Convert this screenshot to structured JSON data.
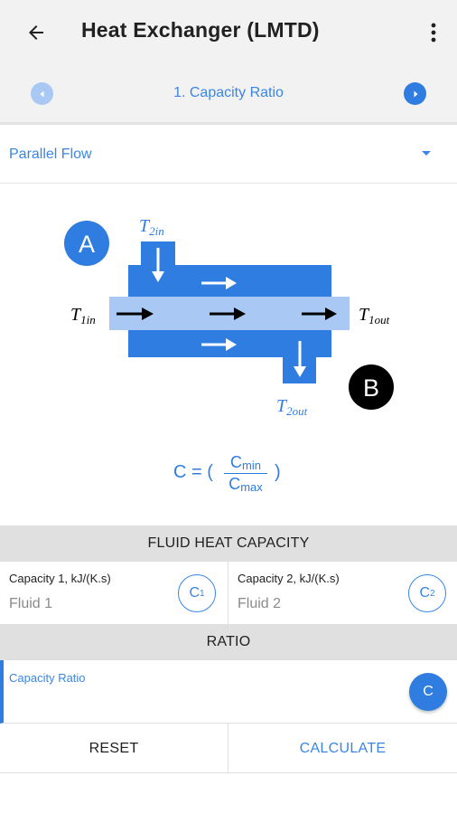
{
  "appbar": {
    "title": "Heat Exchanger (LMTD)",
    "back_icon": "arrow-left-icon",
    "more_icon": "more-vertical-icon"
  },
  "stepper": {
    "label": "1. Capacity Ratio",
    "prev_icon": "chevron-left-icon",
    "next_icon": "chevron-right-icon"
  },
  "flow_type": {
    "selected": "Parallel Flow"
  },
  "diagram": {
    "badge_a": "A",
    "badge_b": "B",
    "t1_in": "T",
    "t1_in_sub": "1in",
    "t1_out": "T",
    "t1_out_sub": "1out",
    "t2_in": "T",
    "t2_in_sub": "2in",
    "t2_out": "T",
    "t2_out_sub": "2out"
  },
  "formula": {
    "lhs": "C = (",
    "num": "C",
    "num_sub": "min",
    "den": "C",
    "den_sub": "max",
    "rhs": ")"
  },
  "sections": {
    "fluid_heat_capacity": "FLUID HEAT CAPACITY",
    "ratio": "RATIO"
  },
  "capacity1": {
    "label": "Capacity 1, kJ/(K.s)",
    "placeholder": "Fluid 1",
    "badge": "C",
    "badge_sub": "1"
  },
  "capacity2": {
    "label": "Capacity 2, kJ/(K.s)",
    "placeholder": "Fluid 2",
    "badge": "C",
    "badge_sub": "2"
  },
  "ratio": {
    "label": "Capacity Ratio",
    "button": "C"
  },
  "actions": {
    "reset": "RESET",
    "calculate": "CALCULATE"
  },
  "colors": {
    "primary": "#2f7de1",
    "primary_light": "#a9c8f3",
    "tube_inner": "#a9c8f3",
    "appbar_bg": "#f2f2f2",
    "section_bg": "#e0e0e0"
  }
}
